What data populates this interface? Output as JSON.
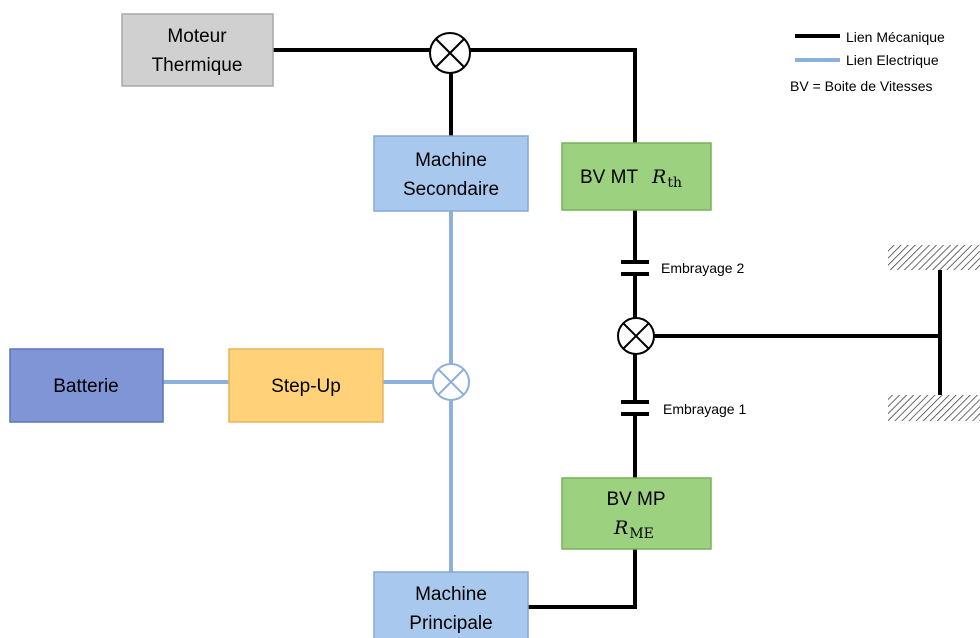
{
  "blocks": {
    "moteur_thermique": {
      "line1": "Moteur",
      "line2": "Thermique"
    },
    "machine_secondaire": {
      "line1": "Machine",
      "line2": "Secondaire"
    },
    "machine_principale": {
      "line1": "Machine",
      "line2": "Principale"
    },
    "batterie": {
      "label": "Batterie"
    },
    "step_up": {
      "label": "Step-Up"
    },
    "bv_mt": {
      "label": "BV MT",
      "symbol": "R",
      "subscript": "th"
    },
    "bv_mp": {
      "label": "BV MP",
      "symbol": "R",
      "subscript": "ME"
    }
  },
  "clutches": {
    "embrayage_2": "Embrayage 2",
    "embrayage_1": "Embrayage 1"
  },
  "legend": {
    "mechanical": "Lien Mécanique",
    "electrical": "Lien Electrique",
    "note": "BV = Boite de Vitesses"
  },
  "colors": {
    "mechanical_link": "#000000",
    "electrical_link": "#8eb0dc",
    "motor_fill": "#d0d0d0",
    "machine_fill": "#a9c8ee",
    "battery_fill": "#7f95d6",
    "stepup_fill": "#ffd27a",
    "gearbox_fill": "#9bd17f"
  }
}
